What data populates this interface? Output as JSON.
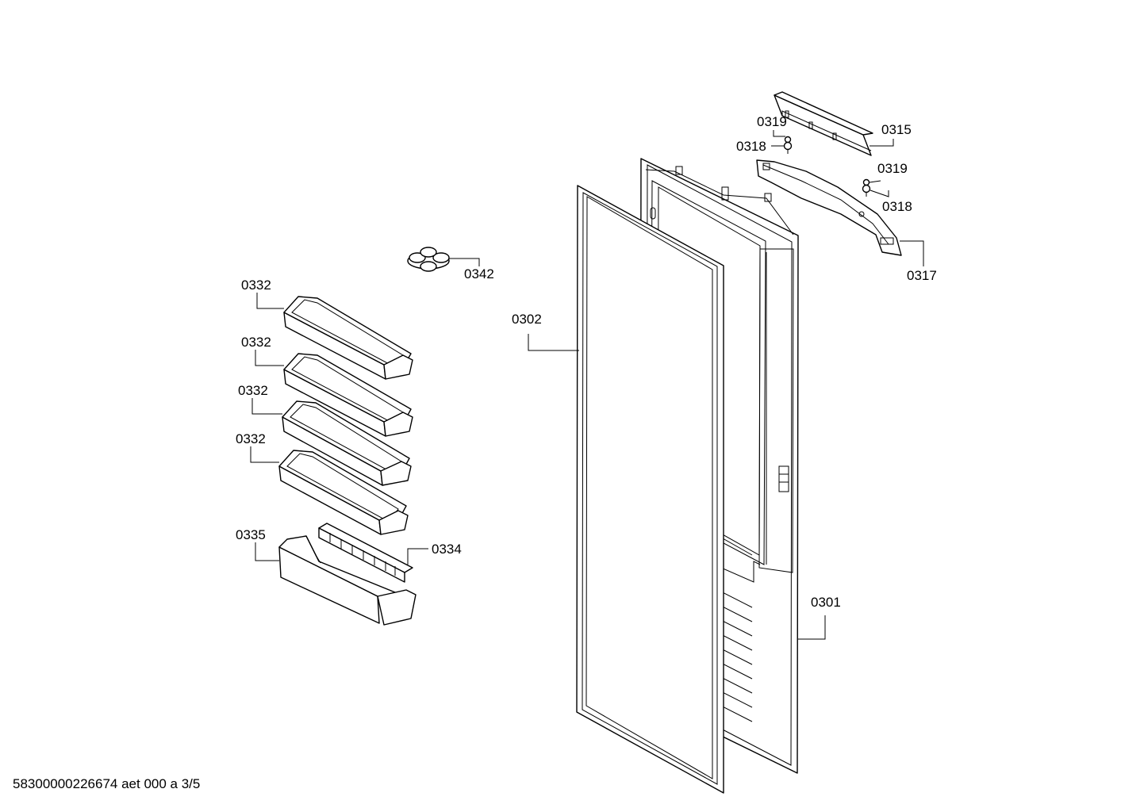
{
  "parts": [
    {
      "id": "p0315",
      "label": "0315"
    },
    {
      "id": "p0319a",
      "label": "0319"
    },
    {
      "id": "p0318a",
      "label": "0318"
    },
    {
      "id": "p0319b",
      "label": "0319"
    },
    {
      "id": "p0318b",
      "label": "0318"
    },
    {
      "id": "p0317",
      "label": "0317"
    },
    {
      "id": "p0342",
      "label": "0342"
    },
    {
      "id": "p0302",
      "label": "0302"
    },
    {
      "id": "p0301",
      "label": "0301"
    },
    {
      "id": "p0332a",
      "label": "0332"
    },
    {
      "id": "p0332b",
      "label": "0332"
    },
    {
      "id": "p0332c",
      "label": "0332"
    },
    {
      "id": "p0332d",
      "label": "0332"
    },
    {
      "id": "p0335",
      "label": "0335"
    },
    {
      "id": "p0334",
      "label": "0334"
    }
  ],
  "footer": "58300000226674 aet 000 a 3/5"
}
